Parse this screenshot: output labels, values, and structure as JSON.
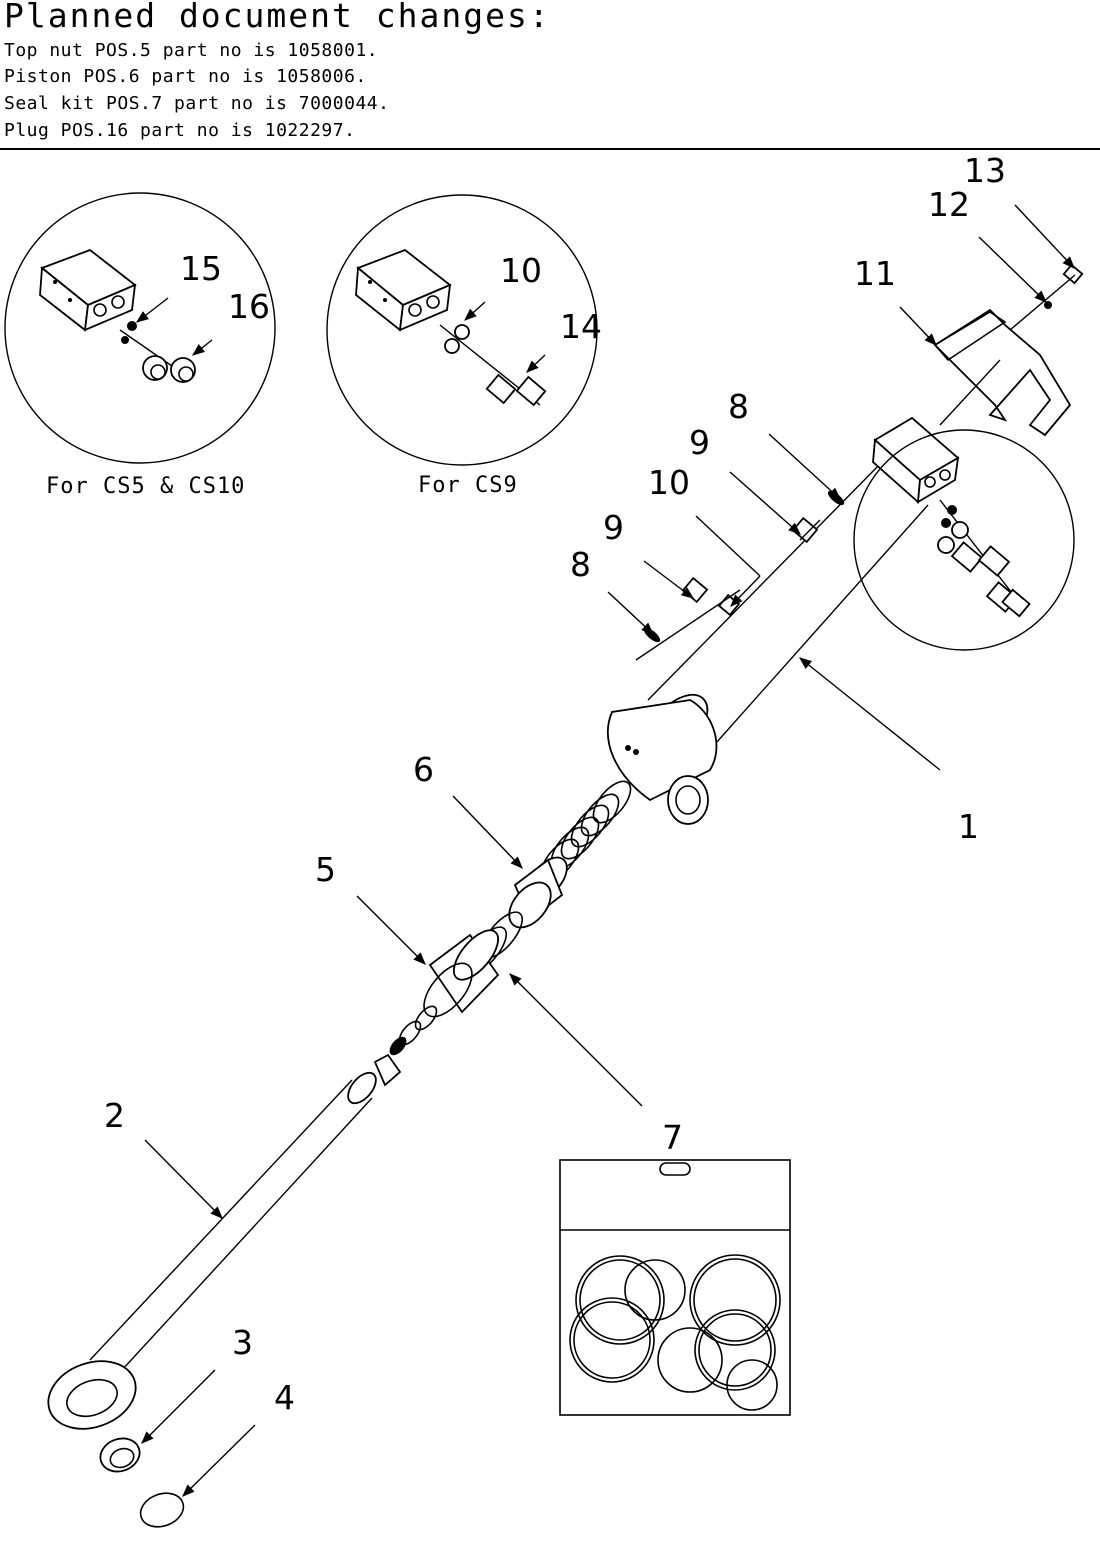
{
  "header": {
    "title": "Planned document changes:",
    "lines": [
      "Top nut POS.5 part no is 1058001.",
      "Piston POS.6 part no is 1058006.",
      "Seal kit POS.7 part no is 7000044.",
      "Plug POS.16 part no is 1022297."
    ]
  },
  "detail_captions": {
    "left": "For CS5 & CS10",
    "right": "For CS9"
  },
  "callouts": {
    "c1": "1",
    "c2": "2",
    "c3": "3",
    "c4": "4",
    "c5": "5",
    "c6": "6",
    "c7": "7",
    "c8a": "8",
    "c8b": "8",
    "c9a": "9",
    "c9b": "9",
    "c10a": "10",
    "c10b": "10",
    "c11": "11",
    "c12": "12",
    "c13": "13",
    "c14": "14",
    "c15": "15",
    "c16": "16"
  }
}
